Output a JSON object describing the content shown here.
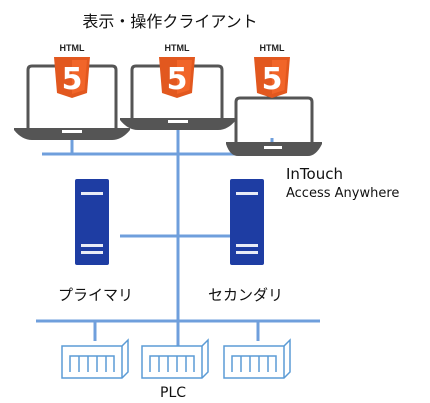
{
  "title": "表示・操作クライアント",
  "clients": [
    {
      "badge": "HTML",
      "number": "5"
    },
    {
      "badge": "HTML",
      "number": "5"
    },
    {
      "badge": "HTML",
      "number": "5"
    }
  ],
  "servers": [
    {
      "label": "プライマリ"
    },
    {
      "label": "セカンダリ"
    }
  ],
  "intouch": {
    "line1": "InTouch",
    "line2": "Access Anywhere"
  },
  "plc_label": "PLC",
  "colors": {
    "network": "#6f9fdc",
    "server": "#1e3da3",
    "html5": "#e2581f",
    "laptop": "#555555",
    "plc": "#5b9bd5"
  }
}
